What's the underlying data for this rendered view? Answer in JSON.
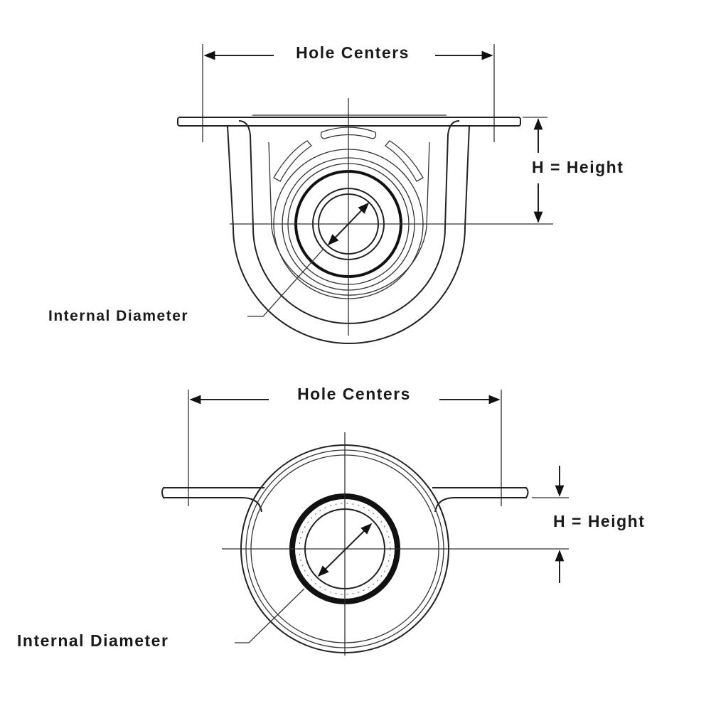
{
  "diagram": {
    "title": "Center support bearing dimension diagram",
    "top_view": {
      "hole_centers_label": "Hole Centers",
      "height_label": "H = Height",
      "internal_diameter_label": "Internal Diameter"
    },
    "bottom_view": {
      "hole_centers_label": "Hole Centers",
      "height_label": "H = Height",
      "internal_diameter_label": "Internal Diameter"
    },
    "colors": {
      "line": "#222222",
      "background": "#ffffff"
    }
  }
}
